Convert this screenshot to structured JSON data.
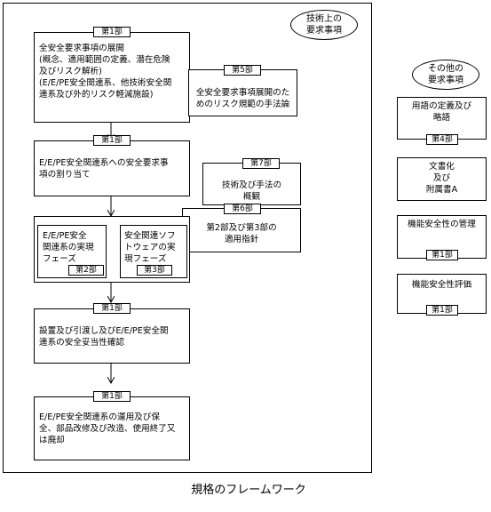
{
  "tech_requirements_label": "技術上の\n要求事項",
  "other_requirements_label": "その他の\n要求事項",
  "footer_title": "規格のフレームワーク",
  "boxes": {
    "overall_safety": {
      "tag": "第1部",
      "text": "全安全要求事項の展開\n(概念、適用範囲の定義、潜在危険\n及びリスク解析)\n(E/E/PE安全関連系、他技術安全関\n連系及び外的リスク軽減施設)"
    },
    "risk_methods": {
      "tag": "第5部",
      "text": "全安全要求事項展開のた\nめのリスク規範の手法論"
    },
    "allocation": {
      "tag": "第1部",
      "text": "E/E/PE安全関連系への安全要求事\n項の割り当て"
    },
    "tech_overview": {
      "tag": "第7部",
      "text": "技術及び手法の\n概観"
    },
    "guidelines": {
      "tag": "第6部",
      "text": "第2部及び第3部の\n適用指針"
    },
    "hw_realization": {
      "tag": "第2部",
      "text": "E/E/PE安全\n関連系の実現\nフェーズ"
    },
    "sw_realization": {
      "tag": "第3部",
      "text": "安全関連ソフ\nトウェアの実\n現フェーズ"
    },
    "installation": {
      "tag": "第1部",
      "text": "設置及び引渡し及びE/E/PE安全関\n連系の安全妥当性確認"
    },
    "operation": {
      "tag": "第1部",
      "text": "E/E/PE安全関連系の運用及び保\n全、部品改修及び改造、使用終了又\nは廃却"
    },
    "definitions": {
      "tag": "第4部",
      "text": "用語の定義及び\n略語"
    },
    "documentation": {
      "tag": "",
      "text": "文書化\n及び\n附属書A"
    },
    "management": {
      "tag": "第1部",
      "text": "機能安全性の管理"
    },
    "assessment": {
      "tag": "第1部",
      "text": "機能安全性評価"
    }
  }
}
